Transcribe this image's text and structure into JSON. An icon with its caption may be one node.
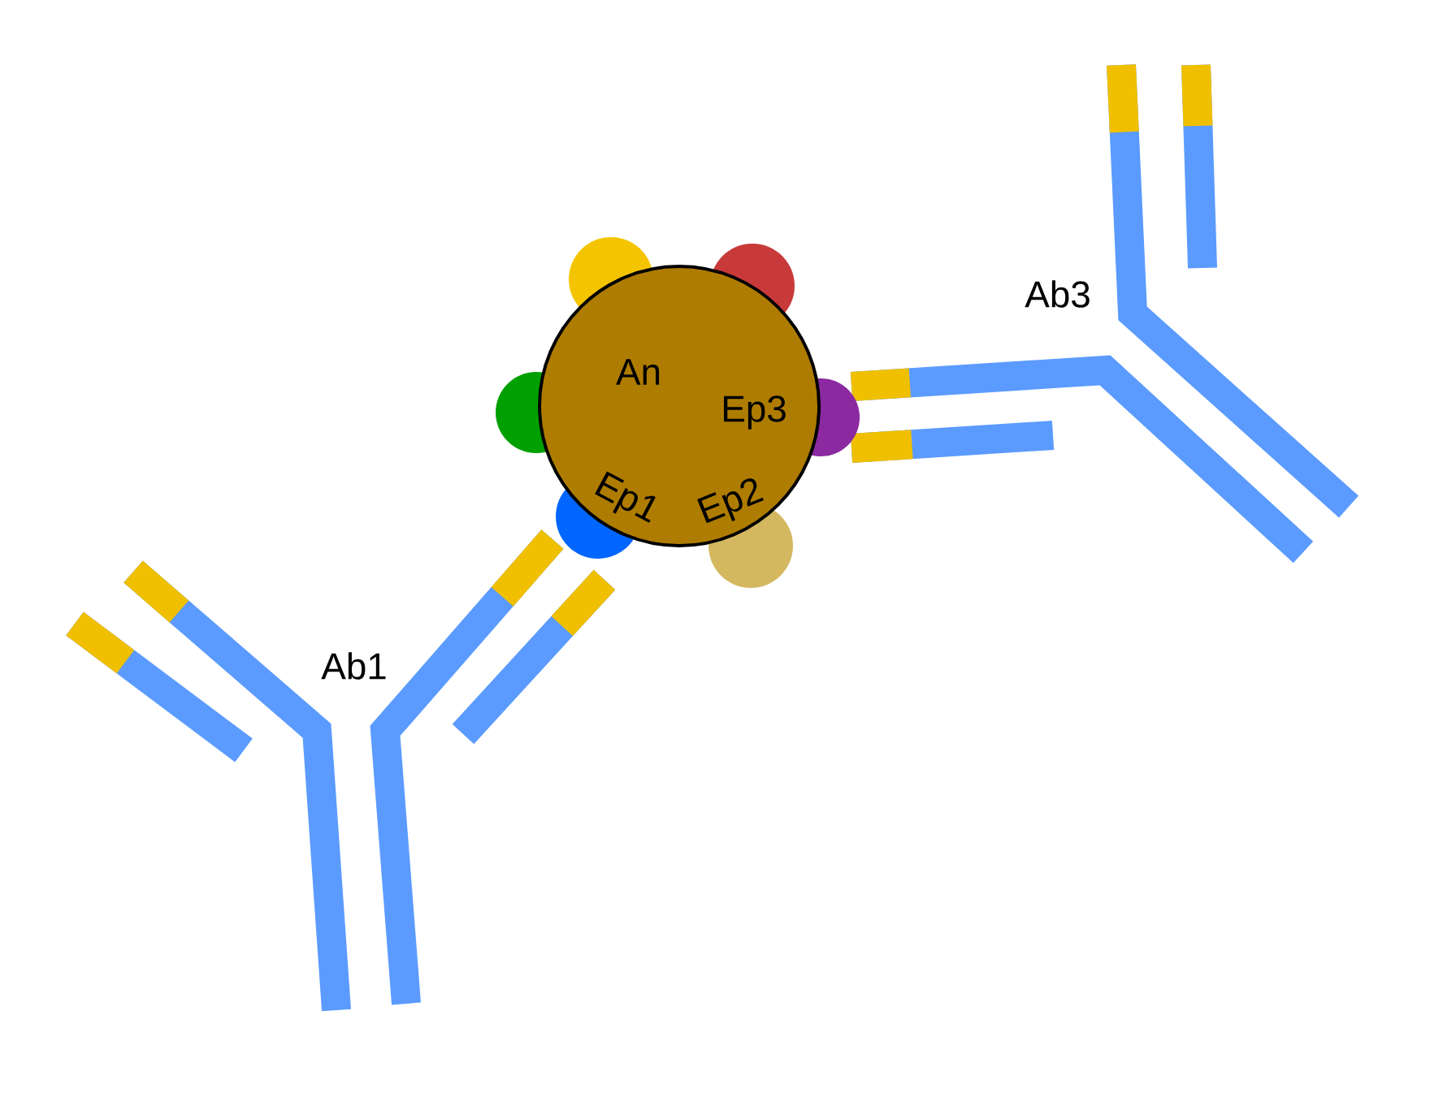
{
  "diagram": {
    "nodes": [
      {
        "text": [
          "An",
          "Ep3",
          "Ep1",
          "Ep2"
        ]
      }
    ],
    "labels": [
      "Ab3",
      "Ab1"
    ]
  }
}
